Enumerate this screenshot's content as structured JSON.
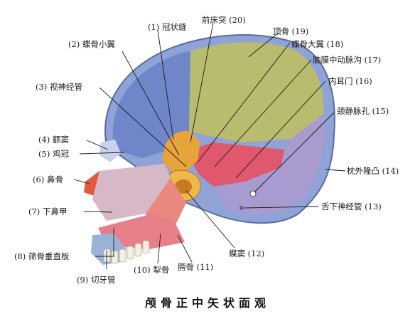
{
  "labels": {
    "l1": "(1) 冠状缝",
    "l2": "(2) 蝶骨小翼",
    "l3": "(3) 视神经管",
    "l4": "(4) 额窦",
    "l5": "(5) 鸡冠",
    "l6": "(6) 鼻骨",
    "l7": "(7) 下鼻甲",
    "l8": "(8) 筛骨垂直板",
    "l9": "(9) 切牙管",
    "l10": "(10) 犁骨",
    "l11": "腭骨 (11)",
    "l12": "蝶窦 (12)",
    "l13": "舌下神经管 (13)",
    "l14": "枕外隆凸 (14)",
    "l15": "颈静脉孔 (15)",
    "l16": "内耳门 (16)",
    "l17": "脑膜中动脉沟 (17)",
    "l18": "蝶骨大翼 (18)",
    "l19": "顶骨 (19)",
    "l20": "前床突 (20)"
  },
  "caption": "颅骨正中矢状面观",
  "colors": {
    "frontal": "#6f86c9",
    "parietal": "#b9bb6e",
    "occipital": "#a79bd0",
    "sphenoid": "#e6a43a",
    "temporal": "#e0586e",
    "nasal": "#d7b8c6",
    "maxilla": "#9ab2d8",
    "palatine": "#e9887e"
  }
}
